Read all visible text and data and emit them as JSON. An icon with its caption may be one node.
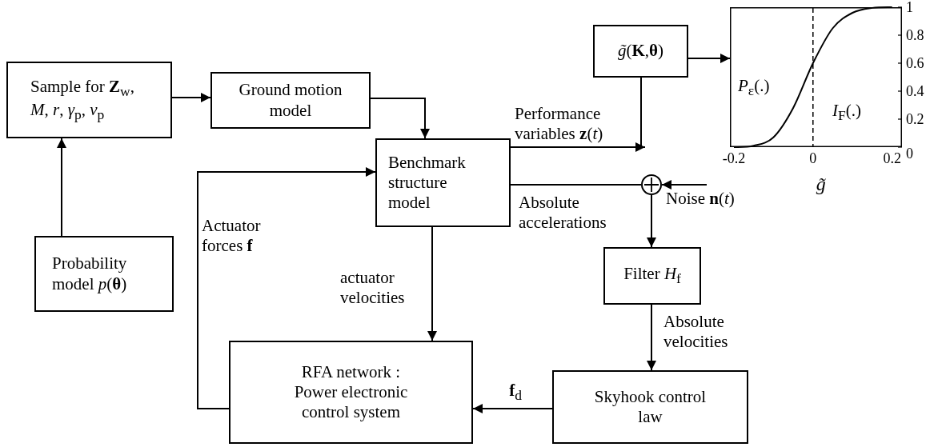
{
  "diagram": {
    "nodes": [
      {
        "text": [
          "Sample for **Z**$_{w}$, *M*, *r*, *γ*$_{p}$, *v*$_{p}$"
        ]
      },
      {
        "text": [
          "Ground motion model"
        ]
      },
      {
        "text": [
          "*g̃*(**K**,**θ**)"
        ]
      },
      {
        "text": [],
        "shape": "picture"
      },
      {
        "text": [
          "Benchmark structure model"
        ]
      },
      {
        "text": [],
        "shape": "circle"
      },
      {
        "text": [
          "Probability model *p*(**θ**)"
        ]
      },
      {
        "text": [
          "Filter *H*$_{f}$"
        ]
      },
      {
        "text": [
          "RFA network : Power electronic control system"
        ]
      },
      {
        "text": [
          "Skyhook control law"
        ]
      }
    ],
    "edges": [
      {
        "from": 0,
        "to": 1,
        "arrow": "to"
      },
      {
        "from": 6,
        "to": 0,
        "arrow": "to"
      },
      {
        "from": 1,
        "to": 4,
        "arrow": "to"
      },
      {
        "from": 4,
        "to": null,
        "arrow": "to",
        "label": "Performance variables **z**(*t*)"
      },
      {
        "from": 2,
        "to": 3,
        "arrow": "to"
      },
      {
        "from": 4,
        "to": 5,
        "arrow": "none",
        "label": "Absolute accelerations"
      },
      {
        "from": null,
        "to": 5,
        "arrow": "to",
        "label": "Noise **n**(*t*)"
      },
      {
        "from": 5,
        "to": 7,
        "arrow": "to"
      },
      {
        "from": 7,
        "to": 9,
        "arrow": "to",
        "label": "Absolute velocities"
      },
      {
        "from": 9,
        "to": 8,
        "arrow": "to",
        "label": "**f**$_{d}$"
      },
      {
        "from": 4,
        "to": 8,
        "arrow": "to",
        "label": "actuator velocities"
      },
      {
        "from": 8,
        "to": 4,
        "arrow": "to",
        "label": "Actuator forces **f**"
      },
      {
        "from": 2,
        "to": null,
        "arrow": "none"
      }
    ],
    "labels": [
      "*P*$_{ε}$(.)",
      "*I*$_{F}$(.)"
    ],
    "chart_data": {
      "type": "line",
      "xlabel": "g̃",
      "x": [
        -0.2,
        -0.15,
        -0.1,
        -0.05,
        0,
        0.05,
        0.1,
        0.15,
        0.2
      ],
      "series": [
        {
          "values": [
            0,
            0.01,
            0.07,
            0.28,
            0.6,
            0.85,
            0.96,
            0.995,
            1
          ]
        }
      ],
      "xlim": [
        -0.21,
        0.225
      ],
      "ylim": [
        0,
        1
      ],
      "xticks": [
        -0.2,
        0,
        0.2
      ],
      "yticks": [
        0,
        0.2,
        0.4,
        0.6,
        0.8,
        1
      ],
      "ref_lines": [
        {
          "axis": "x",
          "value": 0
        }
      ]
    }
  }
}
